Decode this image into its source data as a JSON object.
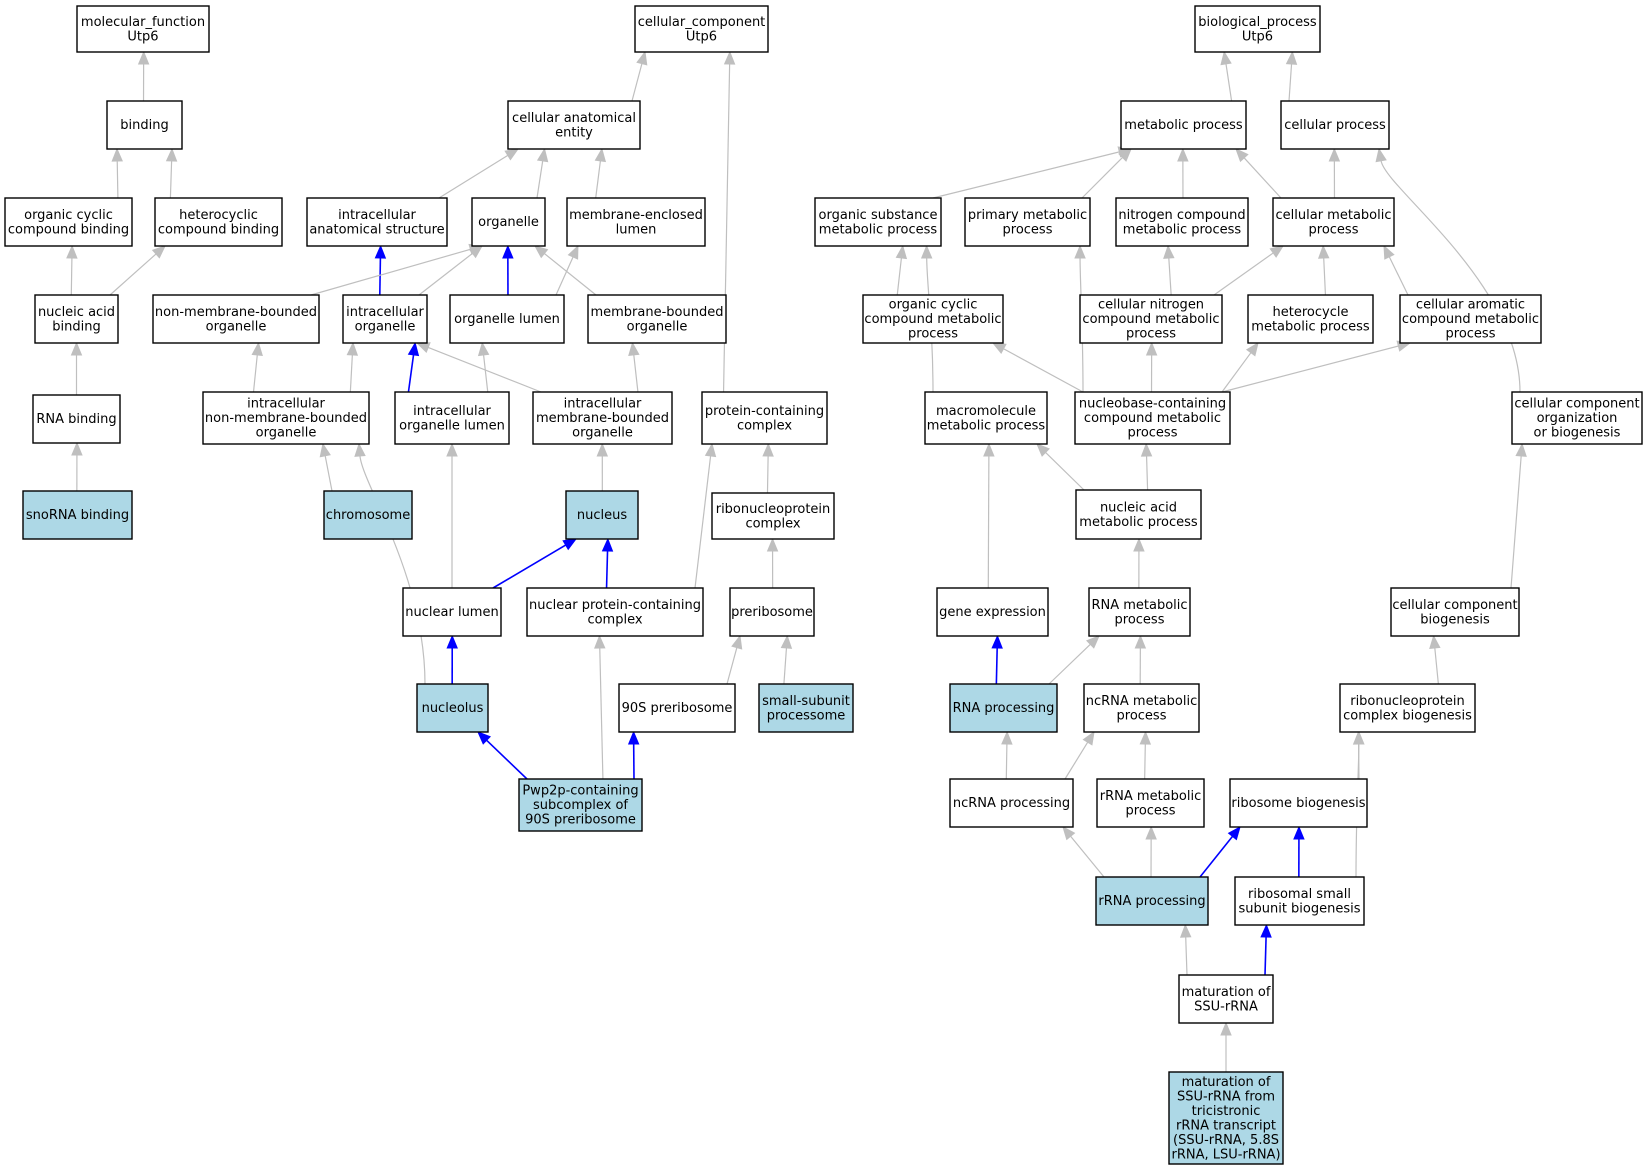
{
  "colors": {
    "highlight_fill": "#add8e6",
    "default_fill": "#ffffff",
    "edge_gray": "#bfbfbf",
    "edge_blue": "#0000ff"
  },
  "nodes": [
    {
      "id": "mf_root",
      "lines": [
        "molecular_function",
        "Utp6"
      ]
    },
    {
      "id": "binding",
      "lines": [
        "binding"
      ]
    },
    {
      "id": "org_cyc_binding",
      "lines": [
        "organic cyclic",
        "compound binding"
      ]
    },
    {
      "id": "hetero_binding",
      "lines": [
        "heterocyclic",
        "compound binding"
      ]
    },
    {
      "id": "nucleic_binding",
      "lines": [
        "nucleic acid",
        "binding"
      ]
    },
    {
      "id": "rna_binding",
      "lines": [
        "RNA binding"
      ]
    },
    {
      "id": "snorna_binding",
      "lines": [
        "snoRNA binding"
      ],
      "highlight": true
    },
    {
      "id": "cc_root",
      "lines": [
        "cellular_component",
        "Utp6"
      ]
    },
    {
      "id": "cae",
      "lines": [
        "cellular anatomical",
        "entity"
      ]
    },
    {
      "id": "ias",
      "lines": [
        "intracellular",
        "anatomical structure"
      ]
    },
    {
      "id": "organelle",
      "lines": [
        "organelle"
      ]
    },
    {
      "id": "mel",
      "lines": [
        "membrane-enclosed",
        "lumen"
      ]
    },
    {
      "id": "nmbo",
      "lines": [
        "non-membrane-bounded",
        "organelle"
      ]
    },
    {
      "id": "io",
      "lines": [
        "intracellular",
        "organelle"
      ]
    },
    {
      "id": "ol",
      "lines": [
        "organelle lumen"
      ]
    },
    {
      "id": "mbo",
      "lines": [
        "membrane-bounded",
        "organelle"
      ]
    },
    {
      "id": "inmbo",
      "lines": [
        "intracellular",
        "non-membrane-bounded",
        "organelle"
      ]
    },
    {
      "id": "iol",
      "lines": [
        "intracellular",
        "organelle lumen"
      ]
    },
    {
      "id": "imbo",
      "lines": [
        "intracellular",
        "membrane-bounded",
        "organelle"
      ]
    },
    {
      "id": "pcc",
      "lines": [
        "protein-containing",
        "complex"
      ]
    },
    {
      "id": "chromosome",
      "lines": [
        "chromosome"
      ],
      "highlight": true
    },
    {
      "id": "nucleus",
      "lines": [
        "nucleus"
      ],
      "highlight": true
    },
    {
      "id": "rnp_complex",
      "lines": [
        "ribonucleoprotein",
        "complex"
      ]
    },
    {
      "id": "nuclear_lumen",
      "lines": [
        "nuclear lumen"
      ]
    },
    {
      "id": "npcc",
      "lines": [
        "nuclear protein-containing",
        "complex"
      ]
    },
    {
      "id": "preribosome",
      "lines": [
        "preribosome"
      ]
    },
    {
      "id": "nucleolus",
      "lines": [
        "nucleolus"
      ],
      "highlight": true
    },
    {
      "id": "pre90s",
      "lines": [
        "90S preribosome"
      ]
    },
    {
      "id": "ssu_processome",
      "lines": [
        "small-subunit",
        "processome"
      ],
      "highlight": true
    },
    {
      "id": "pwp2p",
      "lines": [
        "Pwp2p-containing",
        "subcomplex of",
        "90S preribosome"
      ],
      "highlight": true
    },
    {
      "id": "bp_root",
      "lines": [
        "biological_process",
        "Utp6"
      ]
    },
    {
      "id": "metabolic",
      "lines": [
        "metabolic process"
      ]
    },
    {
      "id": "cellular",
      "lines": [
        "cellular process"
      ]
    },
    {
      "id": "osmp",
      "lines": [
        "organic substance",
        "metabolic process"
      ]
    },
    {
      "id": "pmp",
      "lines": [
        "primary metabolic",
        "process"
      ]
    },
    {
      "id": "ncmp",
      "lines": [
        "nitrogen compound",
        "metabolic process"
      ]
    },
    {
      "id": "cmp",
      "lines": [
        "cellular metabolic",
        "process"
      ]
    },
    {
      "id": "occmp",
      "lines": [
        "organic cyclic",
        "compound metabolic",
        "process"
      ]
    },
    {
      "id": "cncmp",
      "lines": [
        "cellular nitrogen",
        "compound metabolic",
        "process"
      ]
    },
    {
      "id": "hmp",
      "lines": [
        "heterocycle",
        "metabolic process"
      ]
    },
    {
      "id": "cacmp",
      "lines": [
        "cellular aromatic",
        "compound metabolic",
        "process"
      ]
    },
    {
      "id": "mmp",
      "lines": [
        "macromolecule",
        "metabolic process"
      ]
    },
    {
      "id": "nbcmp",
      "lines": [
        "nucleobase-containing",
        "compound metabolic",
        "process"
      ]
    },
    {
      "id": "ccob",
      "lines": [
        "cellular component",
        "organization",
        "or biogenesis"
      ]
    },
    {
      "id": "namp",
      "lines": [
        "nucleic acid",
        "metabolic process"
      ]
    },
    {
      "id": "gene_expr",
      "lines": [
        "gene expression"
      ]
    },
    {
      "id": "rnamp",
      "lines": [
        "RNA metabolic",
        "process"
      ]
    },
    {
      "id": "ccb",
      "lines": [
        "cellular component",
        "biogenesis"
      ]
    },
    {
      "id": "rna_proc",
      "lines": [
        "RNA processing"
      ],
      "highlight": true
    },
    {
      "id": "ncrnamp",
      "lines": [
        "ncRNA metabolic",
        "process"
      ]
    },
    {
      "id": "rnpcb",
      "lines": [
        "ribonucleoprotein",
        "complex biogenesis"
      ]
    },
    {
      "id": "ncrna_proc",
      "lines": [
        "ncRNA processing"
      ]
    },
    {
      "id": "rrnamp",
      "lines": [
        "rRNA metabolic",
        "process"
      ]
    },
    {
      "id": "ribo_bio",
      "lines": [
        "ribosome biogenesis"
      ]
    },
    {
      "id": "rrna_proc",
      "lines": [
        "rRNA processing"
      ],
      "highlight": true
    },
    {
      "id": "rssb",
      "lines": [
        "ribosomal small",
        "subunit biogenesis"
      ]
    },
    {
      "id": "mat_ssu",
      "lines": [
        "maturation of",
        "SSU-rRNA"
      ]
    },
    {
      "id": "mat_ssu_tri",
      "lines": [
        "maturation of",
        "SSU-rRNA from",
        "tricistronic",
        "rRNA transcript",
        "(SSU-rRNA, 5.8S",
        "rRNA, LSU-rRNA)"
      ],
      "highlight": true
    }
  ],
  "edges": [
    {
      "from": "binding",
      "to": "mf_root",
      "color": "gray"
    },
    {
      "from": "org_cyc_binding",
      "to": "binding",
      "color": "gray"
    },
    {
      "from": "hetero_binding",
      "to": "binding",
      "color": "gray"
    },
    {
      "from": "nucleic_binding",
      "to": "org_cyc_binding",
      "color": "gray"
    },
    {
      "from": "nucleic_binding",
      "to": "hetero_binding",
      "color": "gray"
    },
    {
      "from": "rna_binding",
      "to": "nucleic_binding",
      "color": "gray"
    },
    {
      "from": "snorna_binding",
      "to": "rna_binding",
      "color": "gray"
    },
    {
      "from": "cae",
      "to": "cc_root",
      "color": "gray"
    },
    {
      "from": "pcc",
      "to": "cc_root",
      "color": "gray"
    },
    {
      "from": "ias",
      "to": "cae",
      "color": "gray"
    },
    {
      "from": "organelle",
      "to": "cae",
      "color": "gray"
    },
    {
      "from": "mel",
      "to": "cae",
      "color": "gray"
    },
    {
      "from": "io",
      "to": "ias",
      "color": "blue"
    },
    {
      "from": "nmbo",
      "to": "organelle",
      "color": "gray"
    },
    {
      "from": "io",
      "to": "organelle",
      "color": "gray"
    },
    {
      "from": "ol",
      "to": "organelle",
      "color": "blue"
    },
    {
      "from": "mbo",
      "to": "organelle",
      "color": "gray"
    },
    {
      "from": "ol",
      "to": "mel",
      "color": "gray"
    },
    {
      "from": "inmbo",
      "to": "nmbo",
      "color": "gray"
    },
    {
      "from": "inmbo",
      "to": "io",
      "color": "gray"
    },
    {
      "from": "iol",
      "to": "io",
      "color": "blue"
    },
    {
      "from": "imbo",
      "to": "io",
      "color": "gray"
    },
    {
      "from": "iol",
      "to": "ol",
      "color": "gray"
    },
    {
      "from": "imbo",
      "to": "mbo",
      "color": "gray"
    },
    {
      "from": "chromosome",
      "to": "inmbo",
      "color": "gray"
    },
    {
      "from": "nucleolus",
      "to": "inmbo",
      "color": "gray",
      "curve": true
    },
    {
      "from": "nuclear_lumen",
      "to": "iol",
      "color": "gray"
    },
    {
      "from": "nucleus",
      "to": "imbo",
      "color": "gray"
    },
    {
      "from": "nuclear_lumen",
      "to": "nucleus",
      "color": "blue"
    },
    {
      "from": "npcc",
      "to": "nucleus",
      "color": "blue"
    },
    {
      "from": "npcc",
      "to": "pcc",
      "color": "gray"
    },
    {
      "from": "rnp_complex",
      "to": "pcc",
      "color": "gray"
    },
    {
      "from": "preribosome",
      "to": "rnp_complex",
      "color": "gray"
    },
    {
      "from": "nucleolus",
      "to": "nuclear_lumen",
      "color": "blue"
    },
    {
      "from": "pre90s",
      "to": "preribosome",
      "color": "gray"
    },
    {
      "from": "ssu_processome",
      "to": "preribosome",
      "color": "gray"
    },
    {
      "from": "pwp2p",
      "to": "nucleolus",
      "color": "blue"
    },
    {
      "from": "pwp2p",
      "to": "pre90s",
      "color": "blue"
    },
    {
      "from": "pwp2p",
      "to": "npcc",
      "color": "gray"
    },
    {
      "from": "metabolic",
      "to": "bp_root",
      "color": "gray"
    },
    {
      "from": "cellular",
      "to": "bp_root",
      "color": "gray"
    },
    {
      "from": "osmp",
      "to": "metabolic",
      "color": "gray"
    },
    {
      "from": "pmp",
      "to": "metabolic",
      "color": "gray"
    },
    {
      "from": "ncmp",
      "to": "metabolic",
      "color": "gray"
    },
    {
      "from": "cmp",
      "to": "metabolic",
      "color": "gray"
    },
    {
      "from": "cmp",
      "to": "cellular",
      "color": "gray"
    },
    {
      "from": "ccob",
      "to": "cellular",
      "color": "gray",
      "curve": true
    },
    {
      "from": "occmp",
      "to": "osmp",
      "color": "gray"
    },
    {
      "from": "mmp",
      "to": "osmp",
      "color": "gray",
      "curve": true
    },
    {
      "from": "nbcmp",
      "to": "pmp",
      "color": "gray",
      "curve": true
    },
    {
      "from": "cncmp",
      "to": "ncmp",
      "color": "gray"
    },
    {
      "from": "cncmp",
      "to": "cmp",
      "color": "gray"
    },
    {
      "from": "hmp",
      "to": "cmp",
      "color": "gray"
    },
    {
      "from": "cacmp",
      "to": "cmp",
      "color": "gray"
    },
    {
      "from": "nbcmp",
      "to": "occmp",
      "color": "gray"
    },
    {
      "from": "nbcmp",
      "to": "cncmp",
      "color": "gray"
    },
    {
      "from": "nbcmp",
      "to": "hmp",
      "color": "gray"
    },
    {
      "from": "nbcmp",
      "to": "cacmp",
      "color": "gray"
    },
    {
      "from": "namp",
      "to": "mmp",
      "color": "gray"
    },
    {
      "from": "gene_expr",
      "to": "mmp",
      "color": "gray"
    },
    {
      "from": "namp",
      "to": "nbcmp",
      "color": "gray"
    },
    {
      "from": "rnamp",
      "to": "namp",
      "color": "gray"
    },
    {
      "from": "ccb",
      "to": "ccob",
      "color": "gray"
    },
    {
      "from": "rna_proc",
      "to": "gene_expr",
      "color": "blue"
    },
    {
      "from": "rna_proc",
      "to": "rnamp",
      "color": "gray"
    },
    {
      "from": "ncrnamp",
      "to": "rnamp",
      "color": "gray"
    },
    {
      "from": "rnpcb",
      "to": "ccb",
      "color": "gray"
    },
    {
      "from": "ncrna_proc",
      "to": "rna_proc",
      "color": "gray"
    },
    {
      "from": "ncrna_proc",
      "to": "ncrnamp",
      "color": "gray"
    },
    {
      "from": "rrnamp",
      "to": "ncrnamp",
      "color": "gray"
    },
    {
      "from": "ribo_bio",
      "to": "rnpcb",
      "color": "gray"
    },
    {
      "from": "rssb",
      "to": "rnpcb",
      "color": "gray",
      "curve": true
    },
    {
      "from": "rrna_proc",
      "to": "ncrna_proc",
      "color": "gray"
    },
    {
      "from": "rrna_proc",
      "to": "rrnamp",
      "color": "gray"
    },
    {
      "from": "rrna_proc",
      "to": "ribo_bio",
      "color": "blue"
    },
    {
      "from": "rssb",
      "to": "ribo_bio",
      "color": "blue"
    },
    {
      "from": "mat_ssu",
      "to": "rrna_proc",
      "color": "gray"
    },
    {
      "from": "mat_ssu",
      "to": "rssb",
      "color": "blue"
    },
    {
      "from": "mat_ssu_tri",
      "to": "mat_ssu",
      "color": "gray"
    }
  ]
}
